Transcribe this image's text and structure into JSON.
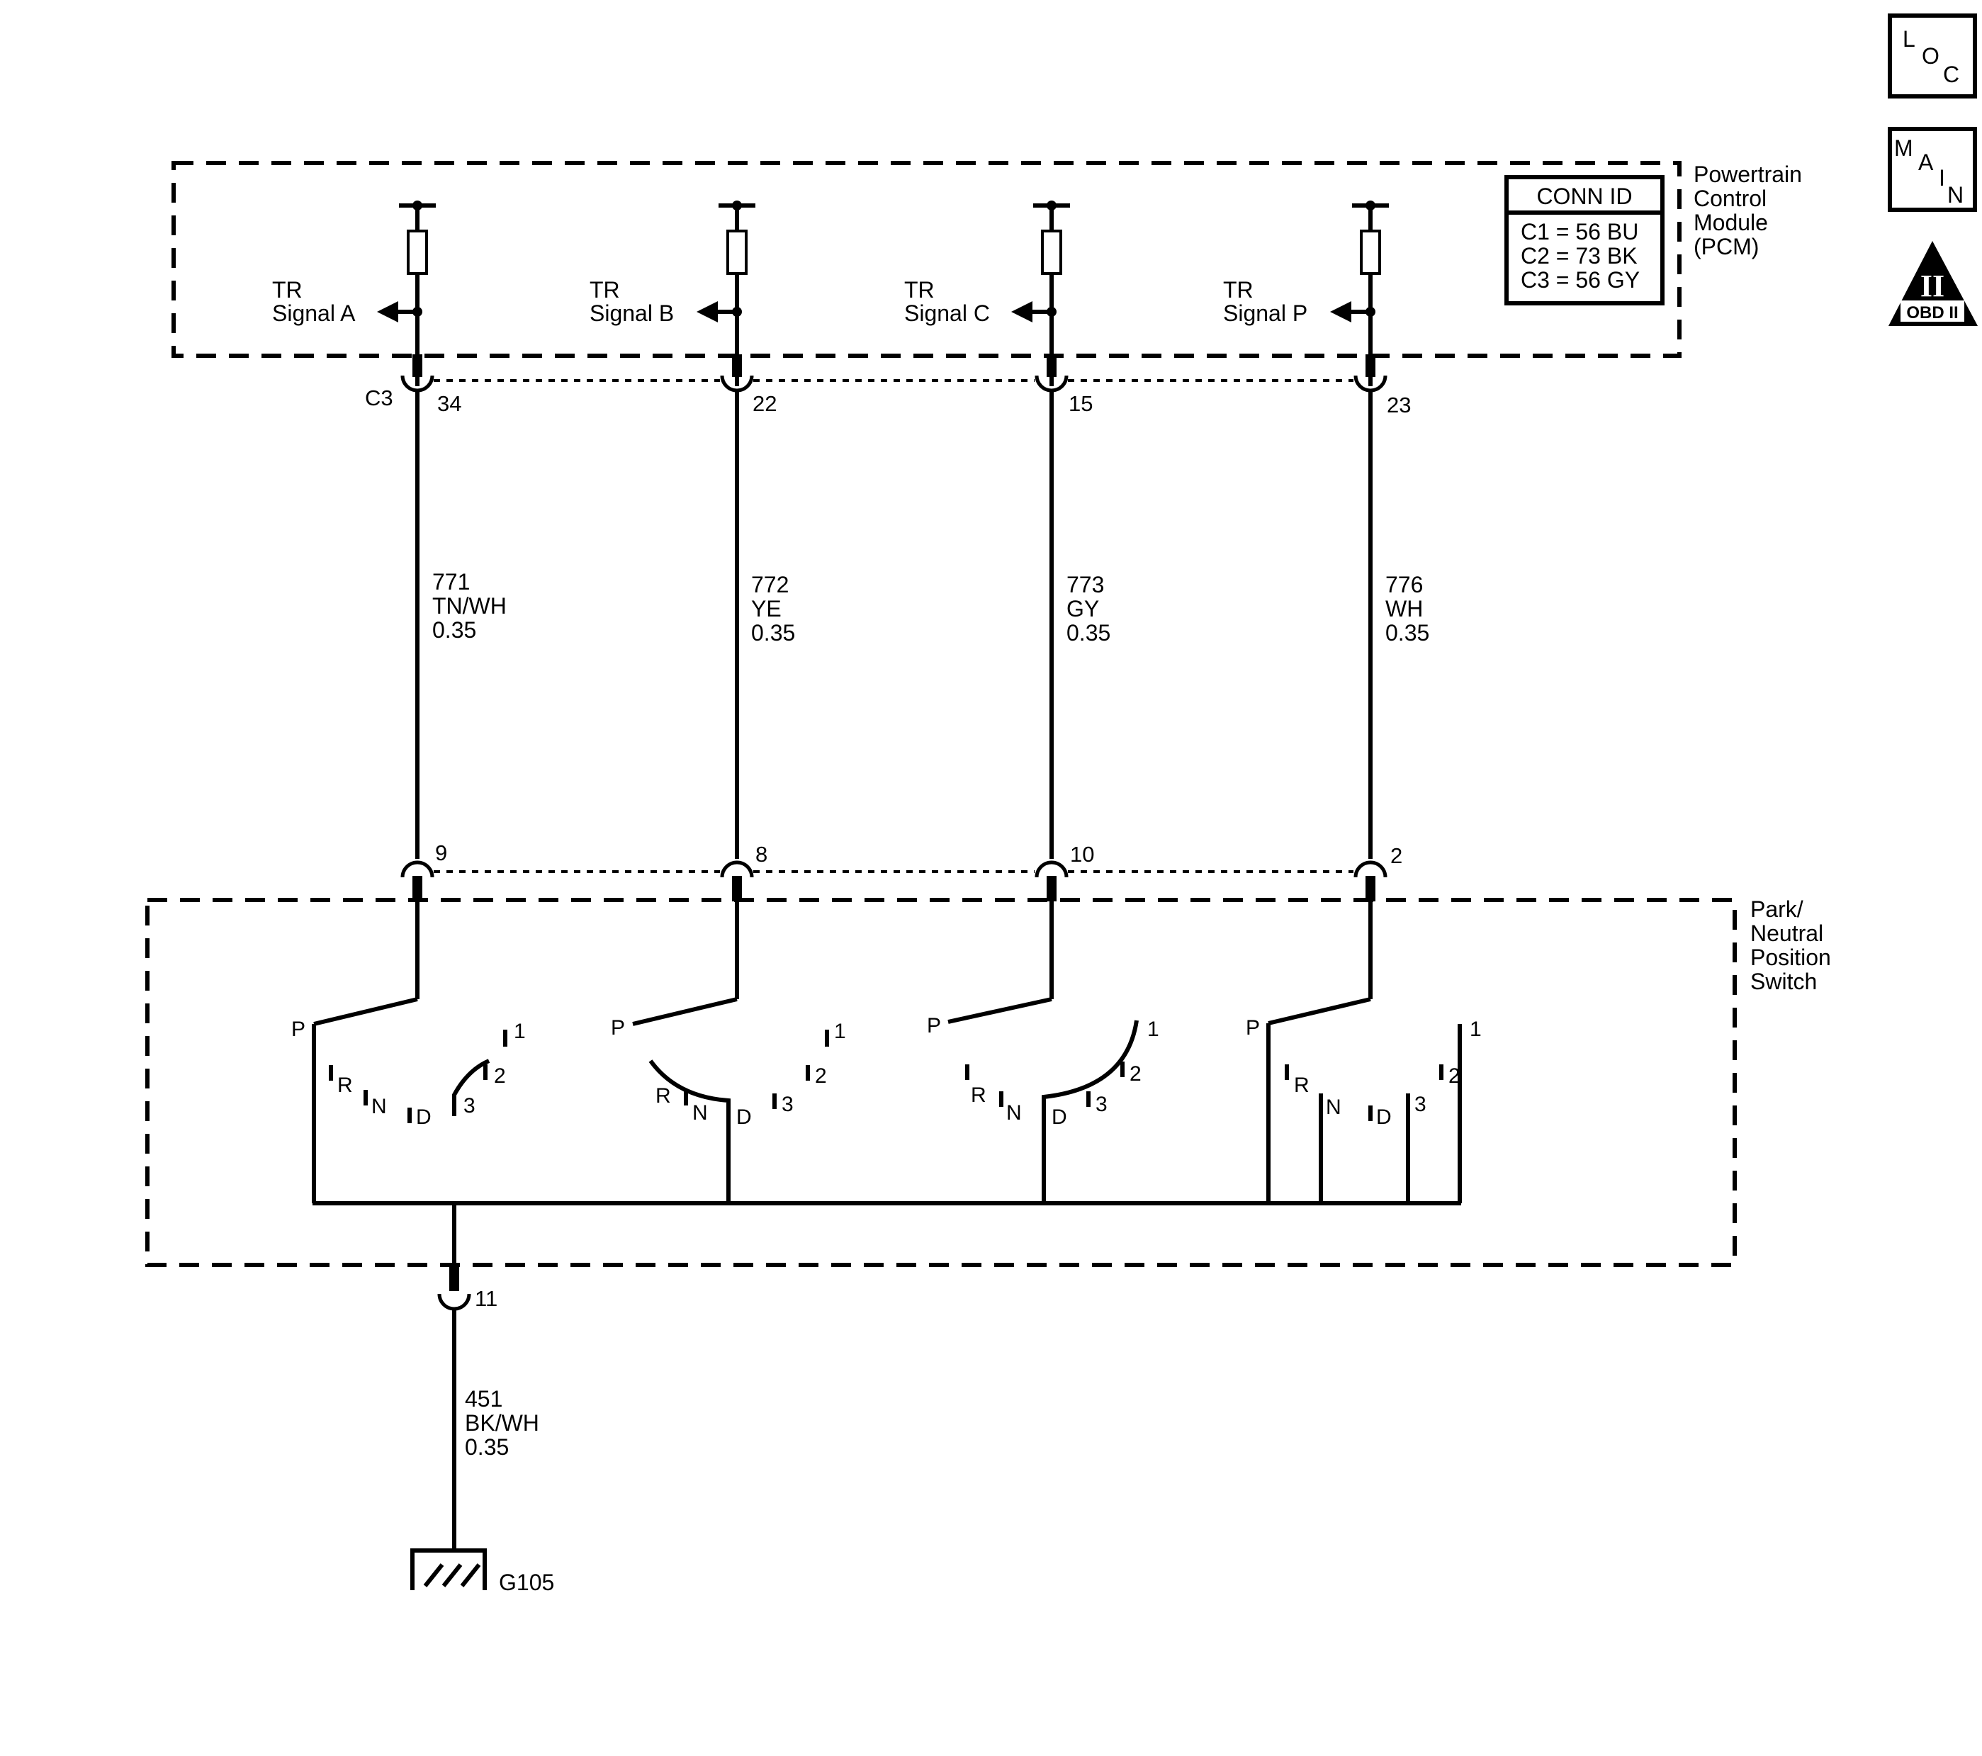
{
  "corner_icons": {
    "loc": {
      "letters": [
        "L",
        "O",
        "C"
      ]
    },
    "main": {
      "letters": [
        "M",
        "A",
        "I",
        "N"
      ]
    },
    "obd": {
      "numeral": "II",
      "label": "OBD II"
    }
  },
  "pcm": {
    "name_lines": [
      "Powertrain",
      "Control",
      "Module",
      "(PCM)"
    ],
    "conn_id": {
      "title": "CONN ID",
      "rows": [
        "C1 = 56 BU",
        "C2 = 73 BK",
        "C3 = 56 GY"
      ]
    },
    "connector": "C3",
    "signals": [
      {
        "line1": "TR",
        "line2": "Signal A",
        "pin": "34"
      },
      {
        "line1": "TR",
        "line2": "Signal B",
        "pin": "22"
      },
      {
        "line1": "TR",
        "line2": "Signal C",
        "pin": "15"
      },
      {
        "line1": "TR",
        "line2": "Signal P",
        "pin": "23"
      }
    ]
  },
  "wires": [
    {
      "circuit": "771",
      "color": "TN/WH",
      "gauge": "0.35"
    },
    {
      "circuit": "772",
      "color": "YE",
      "gauge": "0.35"
    },
    {
      "circuit": "773",
      "color": "GY",
      "gauge": "0.35"
    },
    {
      "circuit": "776",
      "color": "WH",
      "gauge": "0.35"
    }
  ],
  "switch": {
    "name_lines": [
      "Park/",
      "Neutral",
      "Position",
      "Switch"
    ],
    "pins": [
      "9",
      "8",
      "10",
      "2"
    ],
    "ground_pin": "11",
    "positions": [
      "P",
      "R",
      "N",
      "D",
      "3",
      "2",
      "1"
    ]
  },
  "ground_wire": {
    "circuit": "451",
    "color": "BK/WH",
    "gauge": "0.35"
  },
  "ground": {
    "label": "G105"
  }
}
